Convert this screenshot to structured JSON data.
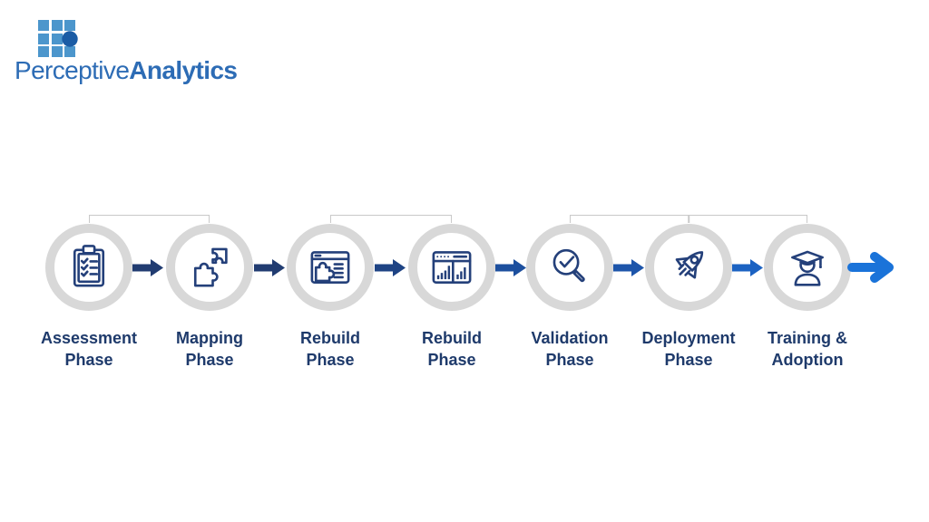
{
  "logo": {
    "name_regular": "Perceptive",
    "name_bold": "Analytics"
  },
  "flow": {
    "steps": [
      {
        "line1": "Assessment",
        "line2": "Phase",
        "icon": "clipboard-checklist"
      },
      {
        "line1": "Mapping",
        "line2": "Phase",
        "icon": "puzzle-pieces"
      },
      {
        "line1": "Rebuild",
        "line2": "Phase",
        "icon": "window-puzzle"
      },
      {
        "line1": "Rebuild",
        "line2": "Phase",
        "icon": "window-bar-charts"
      },
      {
        "line1": "Validation",
        "line2": "Phase",
        "icon": "magnifier-check"
      },
      {
        "line1": "Deployment",
        "line2": "Phase",
        "icon": "rocket"
      },
      {
        "line1": "Training &",
        "line2": "Adoption",
        "icon": "graduate"
      }
    ],
    "groups": [
      {
        "from_step": 1,
        "to_step": 2
      },
      {
        "from_step": 3,
        "to_step": 4
      },
      {
        "from_step": 5,
        "to_step": 7
      }
    ],
    "arrow_colors": [
      "#213c71",
      "#213c71",
      "#1e4384",
      "#1c4f9e",
      "#1d55aa",
      "#1b62c2"
    ]
  },
  "theme": {
    "background": "#ffffff",
    "icon-navy": "#24407a",
    "ring-gray": "#d8d8d8",
    "label-navy": "#1e3a6b",
    "bracket-gray": "#c9c9c9",
    "logo-text-blue": "#2d6cb5",
    "logo-square-blue": "#4c96cc",
    "logo-dot-blue": "#1b5ca5",
    "final-arrow-blue": "#1a73d9"
  }
}
